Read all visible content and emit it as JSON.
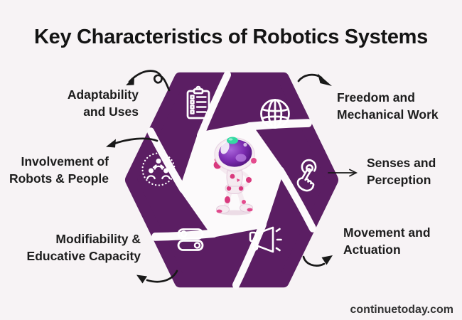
{
  "title": "Key Characteristics of Robotics Systems",
  "watermark": "continuetoday.com",
  "diagram": {
    "center": {
      "icon": "robot-mascot",
      "description": "cartoon robot with purple visor"
    },
    "items": [
      {
        "position": "top-left",
        "icon": "clipboard-checklist-icon",
        "label_line1": "Adaptability",
        "label_line2": "and Uses"
      },
      {
        "position": "top-right",
        "icon": "globe-icon",
        "label_line1": "Freedom and",
        "label_line2": "Mechanical Work"
      },
      {
        "position": "middle-left",
        "icon": "people-network-icon",
        "label_line1": "Involvement of",
        "label_line2": "Robots & People"
      },
      {
        "position": "middle-right",
        "icon": "touch-gesture-icon",
        "label_line1": "Senses and",
        "label_line2": "Perception"
      },
      {
        "position": "bottom-left",
        "icon": "toggle-switches-icon",
        "label_line1": "Modifiability &",
        "label_line2": "Educative Capacity"
      },
      {
        "position": "bottom-right",
        "icon": "megaphone-icon",
        "label_line1": "Movement and",
        "label_line2": "Actuation"
      }
    ],
    "colors": {
      "hexagon": "#5b1e63",
      "background": "#f7f3f5",
      "inner_area": "#fcfafb",
      "icon_stroke": "#ffffff",
      "text": "#1d1d1d",
      "arrow": "#191919",
      "robot_pink": "#d9397e",
      "robot_mint": "#34d9a2"
    }
  }
}
